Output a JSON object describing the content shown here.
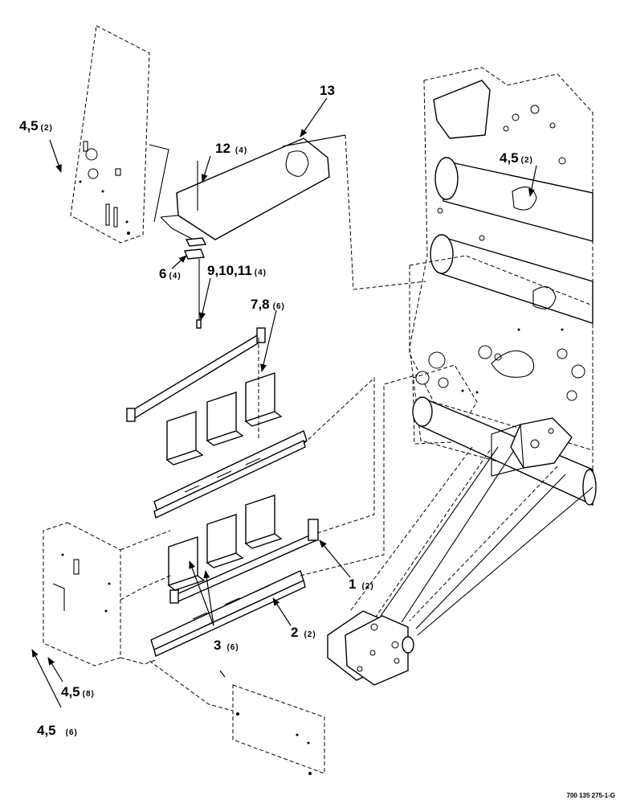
{
  "callouts": {
    "c13": {
      "label": "13",
      "qty": ""
    },
    "c12": {
      "label": "12",
      "qty": "(4)"
    },
    "c45_tl": {
      "label": "4,5",
      "qty": "(2)"
    },
    "c45_tr": {
      "label": "4,5",
      "qty": "(2)"
    },
    "c6": {
      "label": "6",
      "qty": "(4)"
    },
    "c91011": {
      "label": "9,10,11",
      "qty": "(4)"
    },
    "c78": {
      "label": "7,8",
      "qty": "(6)"
    },
    "c1": {
      "label": "1",
      "qty": "(2)"
    },
    "c2": {
      "label": "2",
      "qty": "(2)"
    },
    "c3": {
      "label": "3",
      "qty": "(6)"
    },
    "c45_8": {
      "label": "4,5",
      "qty": "(8)"
    },
    "c45_6": {
      "label": "4,5",
      "qty": "(6)"
    }
  },
  "figure_ref": "700 135 275-1-G"
}
